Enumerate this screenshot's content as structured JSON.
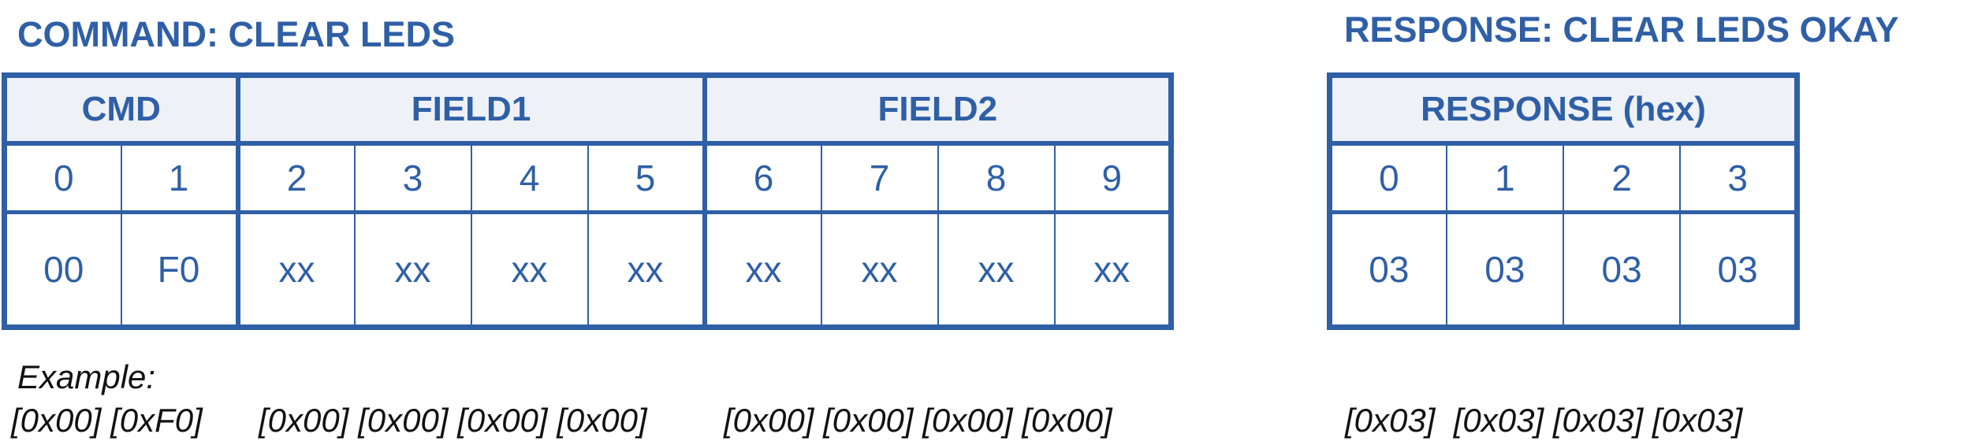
{
  "command": {
    "title": "COMMAND: CLEAR LEDS",
    "groups": [
      "CMD",
      "FIELD1",
      "FIELD2"
    ],
    "indices": [
      "0",
      "1",
      "2",
      "3",
      "4",
      "5",
      "6",
      "7",
      "8",
      "9"
    ],
    "values": [
      "00",
      "F0",
      "xx",
      "xx",
      "xx",
      "xx",
      "xx",
      "xx",
      "xx",
      "xx"
    ]
  },
  "response": {
    "title": "RESPONSE: CLEAR LEDS OKAY",
    "header": "RESPONSE (hex)",
    "indices": [
      "0",
      "1",
      "2",
      "3"
    ],
    "values": [
      "03",
      "03",
      "03",
      "03"
    ]
  },
  "example": {
    "label": "Example:",
    "cmd_bytes": "[0x00] [0xF0]",
    "field1_bytes": "[0x00] [0x00] [0x00] [0x00]",
    "field2_bytes": "[0x00] [0x00] [0x00] [0x00]",
    "response_bytes": "[0x03]  [0x03] [0x03] [0x03]"
  }
}
